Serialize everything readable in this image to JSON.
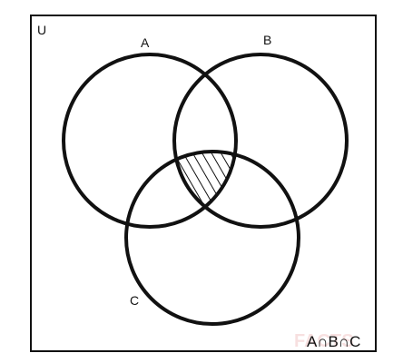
{
  "diagram": {
    "universe_label": "U",
    "set_labels": {
      "a": "A",
      "b": "B",
      "c": "C"
    },
    "shaded_region": "A∩B∩C",
    "caption": "A∩B∩C",
    "shading_pattern": "diagonal-hatch",
    "stroke_color": "#111111",
    "background_color": "#ffffff",
    "watermark": "FACTS"
  }
}
